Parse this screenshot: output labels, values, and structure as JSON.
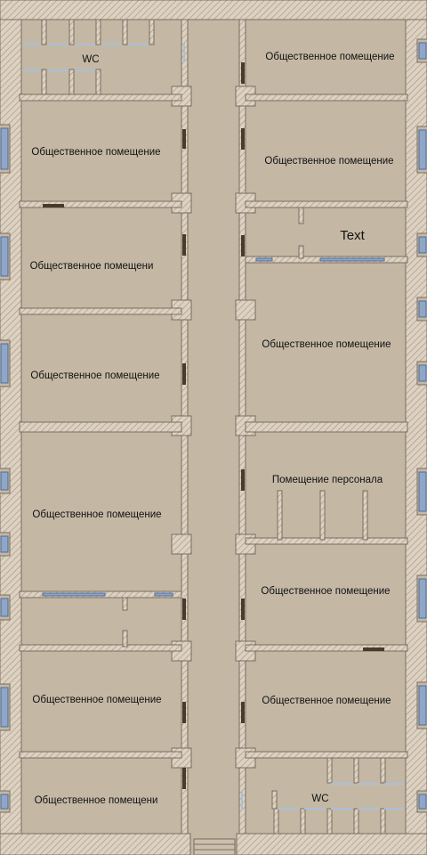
{
  "floor_plan": {
    "colors": {
      "floor": "#c4b8a5",
      "wall_fill": "#ddd2c2",
      "wall_stroke": "#7a6d5f",
      "window": "#8fa6c6",
      "window_frame": "#4f6c9c",
      "door": "#4a3a2c"
    },
    "rooms": [
      {
        "id": "wc-top-left",
        "label": "WC"
      },
      {
        "id": "room-left-1",
        "label": "Общественное помещение"
      },
      {
        "id": "room-left-2",
        "label": "Общественное помещени"
      },
      {
        "id": "room-left-3",
        "label": "Общественное помещение"
      },
      {
        "id": "room-left-4",
        "label": "Общественное помещение"
      },
      {
        "id": "room-left-6",
        "label": "Общественное помещение"
      },
      {
        "id": "room-left-7",
        "label": "Общественное помещени"
      },
      {
        "id": "room-right-0",
        "label": "Общественное помещение"
      },
      {
        "id": "room-right-1",
        "label": "Общественное помещение"
      },
      {
        "id": "room-right-2",
        "label": "Text"
      },
      {
        "id": "room-right-3",
        "label": "Общественное помещение"
      },
      {
        "id": "room-right-4",
        "label": "Помещение персонала"
      },
      {
        "id": "room-right-5",
        "label": "Общественное помещение"
      },
      {
        "id": "room-right-6",
        "label": "Общественное помещение"
      },
      {
        "id": "wc-bottom-right",
        "label": "WC"
      }
    ]
  }
}
